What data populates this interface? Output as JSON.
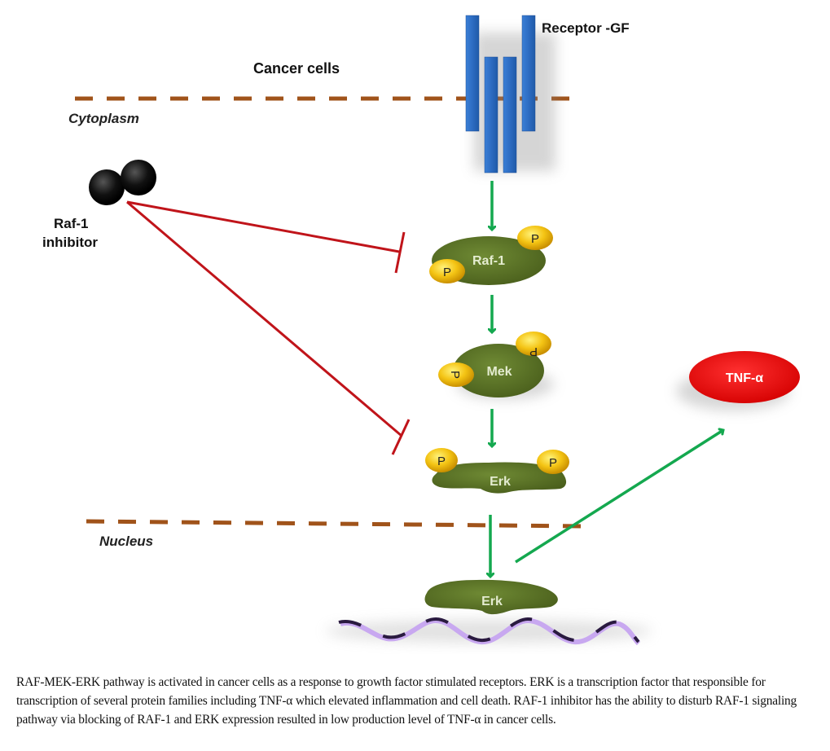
{
  "labels": {
    "receptor": "Receptor -GF",
    "cancer_cells": "Cancer cells",
    "cytoplasm": "Cytoplasm",
    "nucleus": "Nucleus",
    "inhibitor_line1": "Raf-1",
    "inhibitor_line2": "inhibitor"
  },
  "molecules": {
    "raf1": "Raf-1",
    "mek": "Mek",
    "erk_cytoplasm": "Erk",
    "erk_nucleus": "Erk",
    "tnf": "TNF-α",
    "phosphate": "P"
  },
  "colors": {
    "membrane": "#a0531a",
    "receptor": "#2e6fc4",
    "activation_arrow": "#14a84f",
    "inhibition": "#c0141a",
    "protein": "#5c7426",
    "phosphate": "#f2c010",
    "tnf": "#e01010"
  },
  "caption": "RAF-MEK-ERK pathway is activated in cancer cells as a response to growth factor stimulated receptors. ERK is a transcription factor that responsible for transcription of several protein families including TNF-α which elevated inflammation and cell death. RAF-1 inhibitor has the ability to disturb RAF-1 signaling pathway via blocking of RAF-1 and ERK expression resulted in low production level of TNF-α in cancer cells."
}
